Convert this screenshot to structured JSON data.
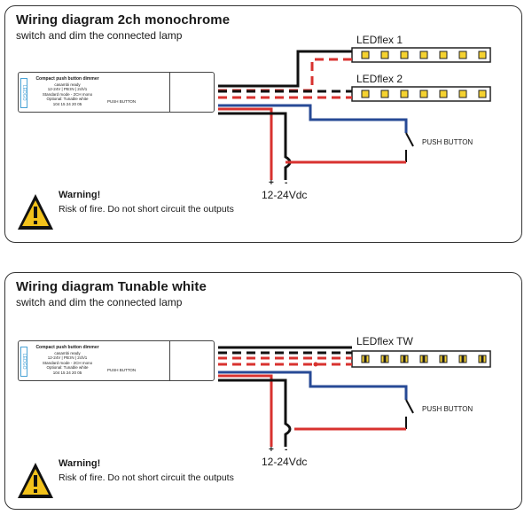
{
  "diagrams": [
    {
      "title": "Wiring diagram 2ch monochrome",
      "subtitle": "switch and dim the connected lamp",
      "strips": [
        "LEDflex 1",
        "LEDflex 2"
      ],
      "button_label": "PUSH BUTTON",
      "power_plus": "+",
      "power_minus": "-",
      "voltage": "12-24Vdc",
      "warning_title": "Warning!",
      "warning_text": "Risk of fire. Do not short circuit the outputs"
    },
    {
      "title": "Wiring diagram Tunable white",
      "subtitle": "switch and dim the connected lamp",
      "strips": [
        "LEDflex TW"
      ],
      "button_label": "PUSH BUTTON",
      "power_plus": "+",
      "power_minus": "-",
      "voltage": "12-24Vdc",
      "warning_title": "Warning!",
      "warning_text": "Risk of fire. Do not short circuit the outputs"
    }
  ],
  "device": {
    "name": "Compact push button dimmer",
    "subtitle": "casambi ready",
    "specs": "12-24V | PB:IN | 2ch/1",
    "mode1": "Standard mode - 2CH mono",
    "mode2": "Optional: Tunable white",
    "code": "104 15 24 20 05",
    "push_label": "PUSH BUTTON",
    "brand": "LEDGO"
  },
  "colors": {
    "black_wire": "#111111",
    "red_wire": "#d8322f",
    "blue_wire": "#274a96",
    "warning_yellow": "#f2c21b",
    "led_yellow": "#f5d230"
  }
}
